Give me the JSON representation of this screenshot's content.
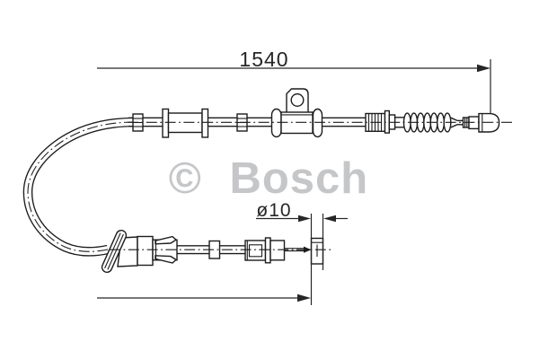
{
  "diagram": {
    "watermark": "© Bosch",
    "dimensions": {
      "length": "1540",
      "diameter": "ø10"
    },
    "colors": {
      "line": "#1c1c1c",
      "dimension": "#262626",
      "watermark": "#c5c6c8",
      "background": "#ffffff"
    }
  }
}
